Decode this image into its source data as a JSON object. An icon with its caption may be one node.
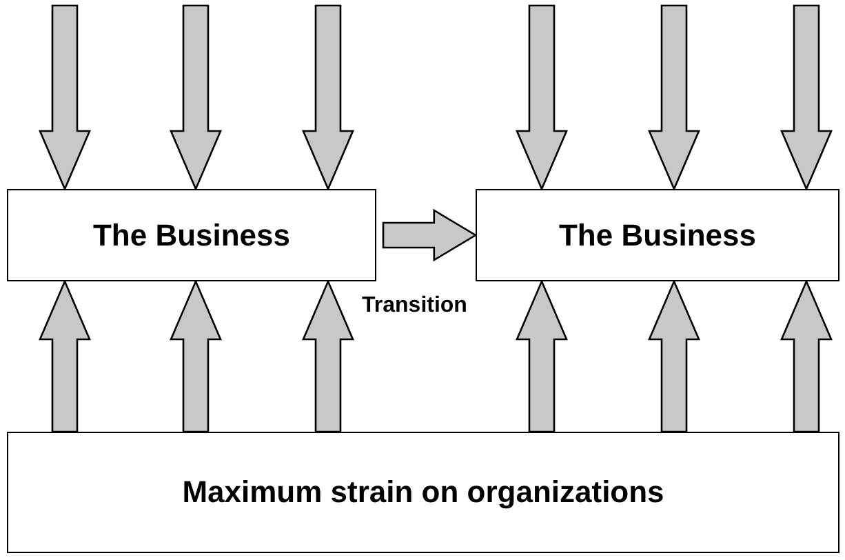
{
  "diagram": {
    "nodes": [
      {
        "text": [
          "The Business"
        ]
      },
      {
        "text": [
          "The Business"
        ]
      },
      {
        "text": [
          "Maximum strain on organizations"
        ]
      }
    ],
    "edges": [
      {
        "from": 0,
        "to": 1,
        "arrow": "to",
        "label": "Transition"
      },
      {
        "from": null,
        "to": 0,
        "arrow": "to"
      },
      {
        "from": null,
        "to": 0,
        "arrow": "to"
      },
      {
        "from": null,
        "to": 0,
        "arrow": "to"
      },
      {
        "from": null,
        "to": 1,
        "arrow": "to"
      },
      {
        "from": null,
        "to": 1,
        "arrow": "to"
      },
      {
        "from": null,
        "to": 1,
        "arrow": "to"
      },
      {
        "from": 2,
        "to": 0,
        "arrow": "to"
      },
      {
        "from": 2,
        "to": 0,
        "arrow": "to"
      },
      {
        "from": 2,
        "to": 0,
        "arrow": "to"
      },
      {
        "from": 2,
        "to": 1,
        "arrow": "to"
      },
      {
        "from": 2,
        "to": 1,
        "arrow": "to"
      },
      {
        "from": 2,
        "to": 1,
        "arrow": "to"
      }
    ]
  }
}
